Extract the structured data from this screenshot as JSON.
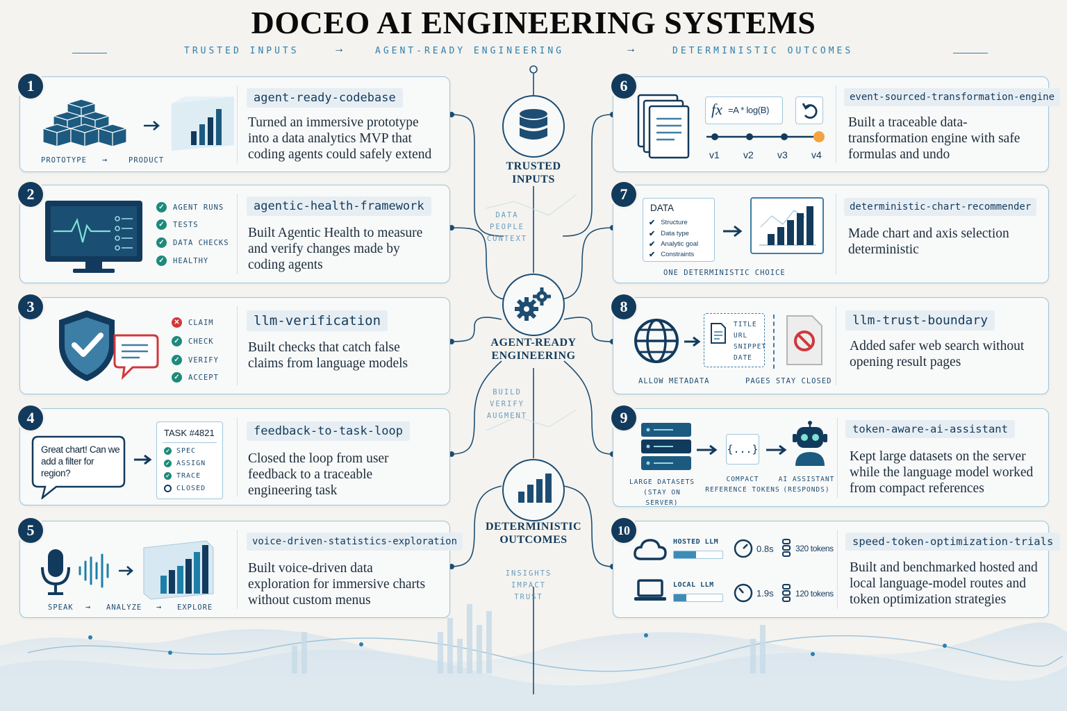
{
  "header": {
    "title": "DOCEO AI ENGINEERING SYSTEMS",
    "subtitle": [
      "TRUSTED INPUTS",
      "AGENT-READY ENGINEERING",
      "DETERMINISTIC OUTCOMES"
    ],
    "arrow": "→"
  },
  "hub": {
    "trusted": "TRUSTED INPUTS",
    "agent": "AGENT-READY ENGINEERING",
    "outcomes": "DETERMINISTIC OUTCOMES",
    "inputs_words": [
      "DATA",
      "PEOPLE",
      "CONTEXT"
    ],
    "build_words": [
      "BUILD",
      "VERIFY",
      "AUGMENT"
    ],
    "outcome_words": [
      "INSIGHTS",
      "IMPACT",
      "TRUST"
    ]
  },
  "cards": {
    "c1": {
      "num": "1",
      "tag": "agent-ready-codebase",
      "desc": "Turned an immersive prototype into a data analytics MVP that coding agents could safely extend",
      "labels": [
        "PROTOTYPE",
        "→",
        "PRODUCT"
      ]
    },
    "c2": {
      "num": "2",
      "tag": "agentic-health-framework",
      "desc": "Built Agentic Health to measure and verify changes made by coding agents",
      "checks": [
        "AGENT RUNS",
        "TESTS",
        "DATA CHECKS",
        "HEALTHY"
      ]
    },
    "c3": {
      "num": "3",
      "tag": "llm-verification",
      "desc": "Built checks that catch false claims from language models",
      "checks": [
        "CLAIM",
        "CHECK",
        "VERIFY",
        "ACCEPT"
      ]
    },
    "c4": {
      "num": "4",
      "tag": "feedback-to-task-loop",
      "desc": "Closed the loop from user feedback to a traceable engineering task",
      "bubble": "Great chart! Can we add a filter for region?",
      "task_title": "TASK #4821",
      "task_items": [
        "SPEC",
        "ASSIGN",
        "TRACE",
        "CLOSED"
      ]
    },
    "c5": {
      "num": "5",
      "tag": "voice-driven-statistics-exploration",
      "desc": "Built voice-driven data exploration for immersive charts without custom menus",
      "labels": [
        "SPEAK",
        "→",
        "ANALYZE",
        "→",
        "EXPLORE"
      ]
    },
    "c6": {
      "num": "6",
      "tag": "event-sourced-transformation-engine",
      "desc": "Built a traceable data-transformation engine with safe formulas and undo",
      "formula_fx": "fx",
      "formula": "=A * log(B)",
      "versions": [
        "v1",
        "v2",
        "v3",
        "v4"
      ]
    },
    "c7": {
      "num": "7",
      "tag": "deterministic-chart-recommender",
      "desc": "Made chart and axis selection deterministic",
      "data_title": "DATA",
      "data_items": [
        "Structure",
        "Data type",
        "Analytic goal",
        "Constraints"
      ],
      "caption": "ONE DETERMINISTIC CHOICE"
    },
    "c8": {
      "num": "8",
      "tag": "llm-trust-boundary",
      "desc": "Added safer web search without opening result pages",
      "meta_items": [
        "TITLE",
        "URL",
        "SNIPPET",
        "DATE"
      ],
      "left_caption": "ALLOW METADATA",
      "right_caption": "PAGES STAY CLOSED"
    },
    "c9": {
      "num": "9",
      "tag": "token-aware-ai-assistant",
      "desc": "Kept large datasets on the server while the language model worked from compact references",
      "braces": "{...}",
      "cap1": [
        "LARGE DATASETS",
        "(STAY ON SERVER)"
      ],
      "cap2": [
        "COMPACT",
        "REFERENCE TOKENS"
      ],
      "cap3": [
        "AI ASSISTANT",
        "(RESPONDS)"
      ]
    },
    "c10": {
      "num": "10",
      "tag": "speed-token-optimization-trials",
      "desc": "Built and benchmarked hosted and local language-model routes and token optimization strategies",
      "routes": [
        {
          "name": "HOSTED LLM",
          "time": "0.8s",
          "tokens": "320 tokens",
          "fill": 0.45
        },
        {
          "name": "LOCAL LLM",
          "time": "1.9s",
          "tokens": "120 tokens",
          "fill": 0.25
        }
      ]
    }
  }
}
